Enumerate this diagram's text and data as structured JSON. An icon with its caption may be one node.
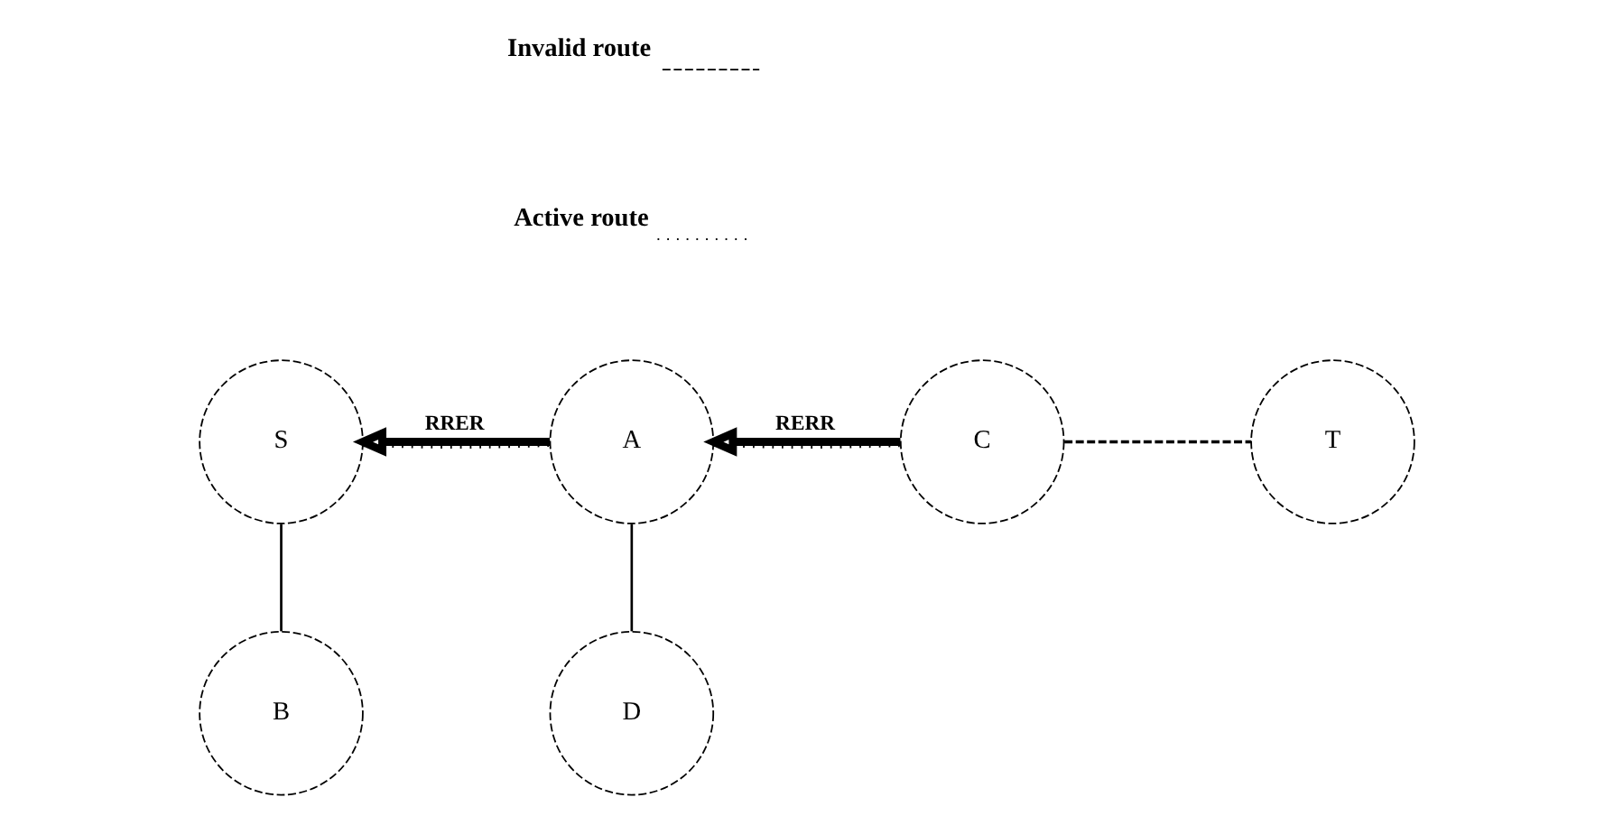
{
  "diagram": {
    "nodes": [
      {
        "text": [
          "S"
        ]
      },
      {
        "text": [
          "A"
        ]
      },
      {
        "text": [
          "C"
        ]
      },
      {
        "text": [
          "T"
        ]
      },
      {
        "text": [
          "B"
        ]
      },
      {
        "text": [
          "D"
        ]
      }
    ],
    "edges": [
      {
        "from": 0,
        "to": 1,
        "arrow": "none",
        "style": "dashed"
      },
      {
        "from": 1,
        "to": 2,
        "arrow": "none",
        "style": "dashed"
      },
      {
        "from": 2,
        "to": 3,
        "arrow": "none",
        "style": "dashed"
      },
      {
        "from": 0,
        "to": 4,
        "arrow": "none"
      },
      {
        "from": 1,
        "to": 5,
        "arrow": "none"
      },
      {
        "from": 1,
        "to": 0,
        "arrow": "to",
        "label": "RRER",
        "style": "thick"
      },
      {
        "from": 2,
        "to": 1,
        "arrow": "to",
        "label": "RERR",
        "style": "thick"
      }
    ],
    "legend": [
      {
        "text": "Invalid route"
      },
      {
        "text": "Active route"
      }
    ]
  }
}
